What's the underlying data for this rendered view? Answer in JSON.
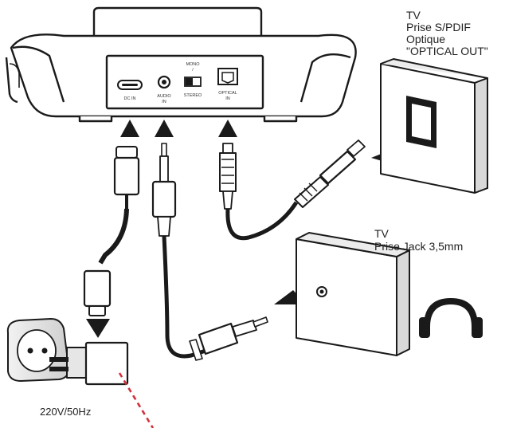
{
  "base_station": {
    "ports": {
      "dc_in": "DC IN",
      "audio_in": [
        "AUDIO",
        "IN"
      ],
      "switch": [
        "MONO",
        "/",
        "STEREO"
      ],
      "optical_in": [
        "OPTICAL",
        "IN"
      ]
    }
  },
  "tv_optical": {
    "lines": [
      "TV",
      "Prise S/PDIF",
      "Optique",
      "\"OPTICAL OUT\""
    ]
  },
  "tv_jack": {
    "lines": [
      "TV",
      "Prise Jack 3,5mm"
    ]
  },
  "power": {
    "voltage": "220V/50Hz"
  },
  "colors": {
    "line": "#1a1a1a",
    "fill": "#ffffff",
    "shade": "#d9d9d9",
    "laser": "#d0303a"
  },
  "icons": [
    "arrow-up-icon",
    "arrow-right-icon",
    "arrow-down-icon",
    "headphones-icon",
    "wall-socket-icon",
    "power-adapter-icon"
  ]
}
